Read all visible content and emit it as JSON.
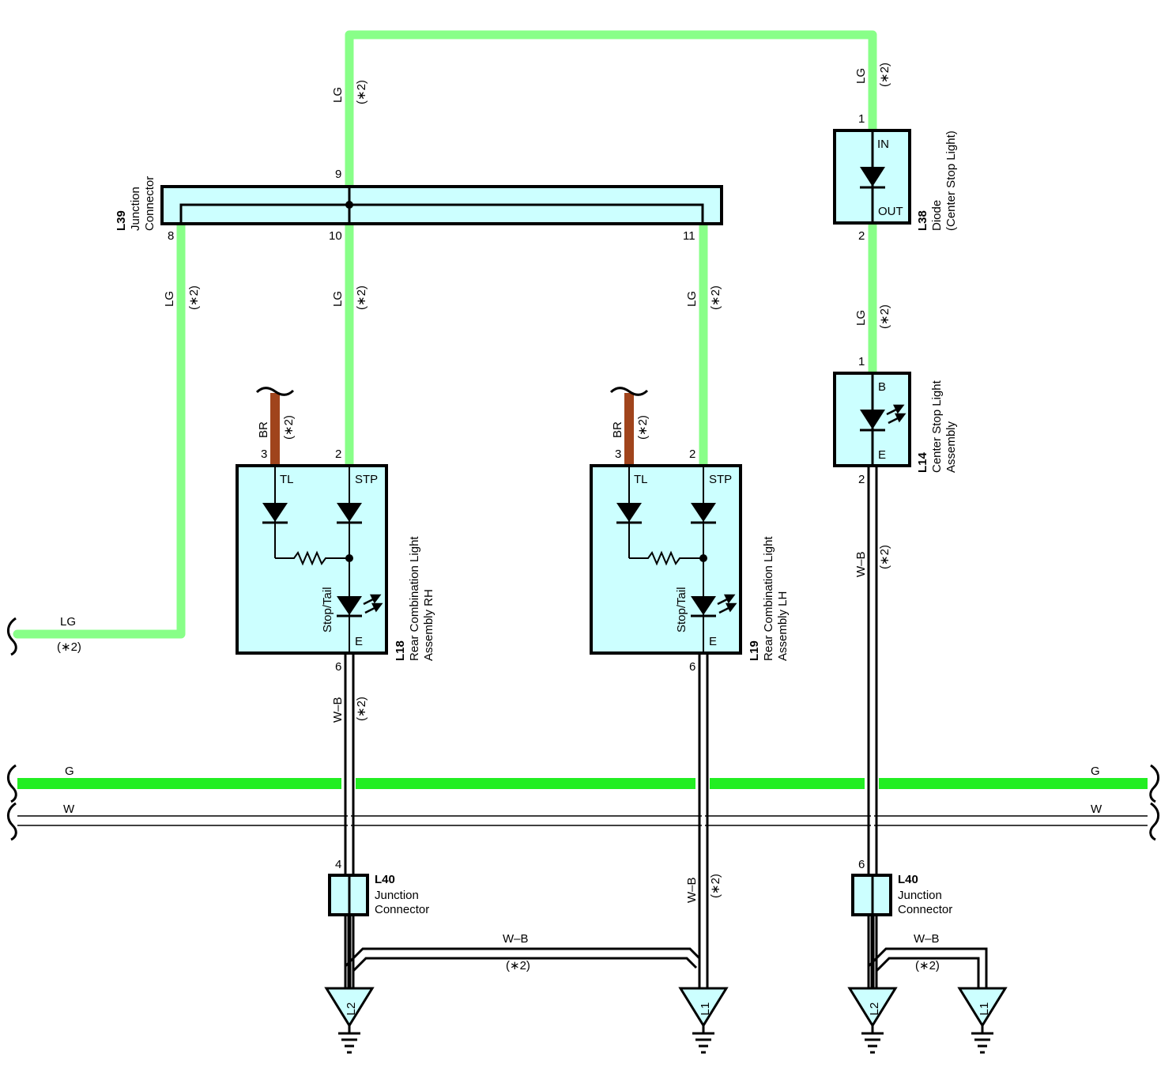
{
  "colors": {
    "lg": "#88ff88",
    "g": "#22ee22",
    "br": "#a0441c",
    "box": "#ccffff",
    "wb": "#000000",
    "bg": "#ffffff"
  },
  "wires": {
    "lg": "LG",
    "br": "BR",
    "wb": "W–B",
    "g": "G",
    "w": "W",
    "note": "(∗2)"
  },
  "pins": {
    "p1": "1",
    "p2": "2",
    "p3": "3",
    "p4": "4",
    "p6": "6",
    "p8": "8",
    "p9": "9",
    "p10": "10",
    "p11": "11"
  },
  "components": {
    "l39": {
      "code": "L39",
      "name1": "Junction",
      "name2": "Connector"
    },
    "l38": {
      "code": "L38",
      "name1": "Diode",
      "name2": "(Center Stop Light)",
      "in": "IN",
      "out": "OUT"
    },
    "l14": {
      "code": "L14",
      "name1": "Center Stop Light",
      "name2": "Assembly",
      "b": "B",
      "e": "E"
    },
    "l18": {
      "code": "L18",
      "name1": "Rear Combination Light",
      "name2": "Assembly RH",
      "tl": "TL",
      "stp": "STP",
      "st": "Stop/Tail",
      "e": "E"
    },
    "l19": {
      "code": "L19",
      "name1": "Rear Combination Light",
      "name2": "Assembly LH",
      "tl": "TL",
      "stp": "STP",
      "st": "Stop/Tail",
      "e": "E"
    },
    "l40": {
      "code": "L40",
      "name1": "Junction",
      "name2": "Connector"
    }
  },
  "grounds": {
    "l1": "L1",
    "l2": "L2"
  }
}
